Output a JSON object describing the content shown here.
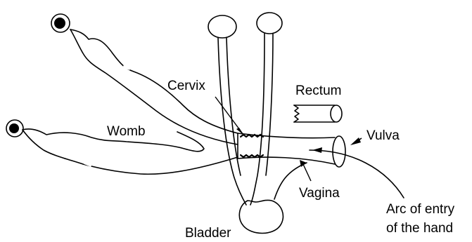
{
  "diagram": {
    "labels": {
      "cervix": "Cervix",
      "rectum": "Rectum",
      "womb": "Womb",
      "vulva": "Vulva",
      "vagina": "Vagina",
      "arc": [
        "Arc of entry",
        "of the hand"
      ],
      "bladder": "Bladder"
    },
    "colors": {
      "ink": "#000000",
      "background": "#ffffff"
    }
  }
}
